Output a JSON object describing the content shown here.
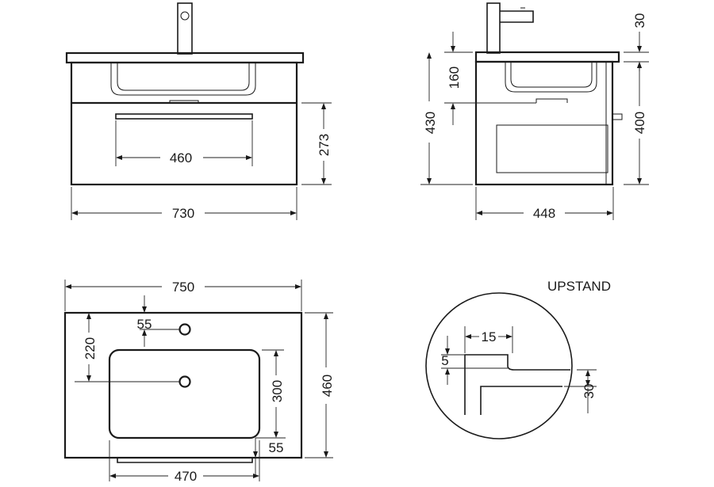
{
  "front_view": {
    "drawer_handle_width": "460",
    "drawer_height": "273",
    "unit_width": "730"
  },
  "side_view": {
    "upstand_height": "30",
    "basin_depth": "160",
    "overall_height": "430",
    "cabinet_height": "400",
    "unit_depth": "448"
  },
  "plan_view": {
    "top_width": "750",
    "top_depth": "460",
    "tap_hole_offset": "55",
    "basin_setback": "220",
    "basin_width": "470",
    "basin_depth": "300",
    "basin_front_margin": "55"
  },
  "upstand_detail": {
    "title": "UPSTAND",
    "upstand_thickness": "15",
    "step_height": "5",
    "top_thickness": "30"
  }
}
